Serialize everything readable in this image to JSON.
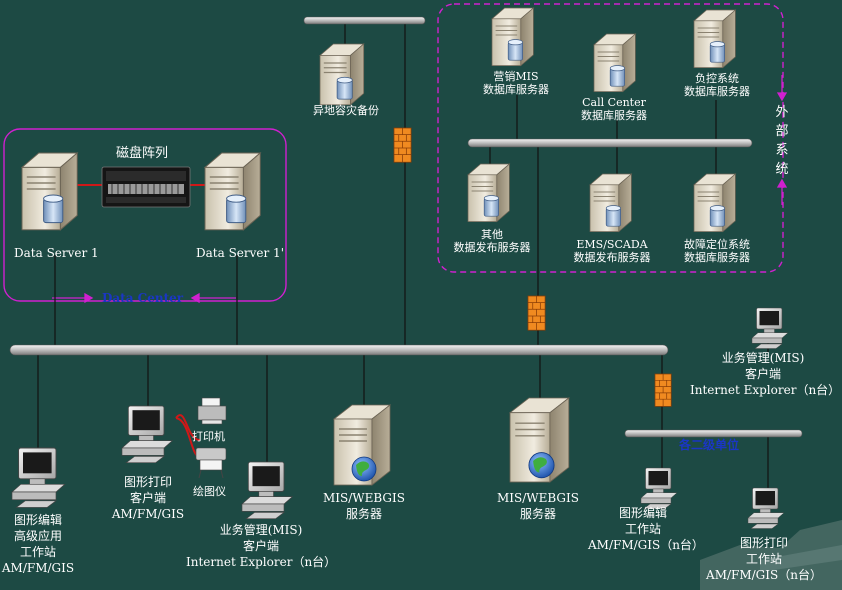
{
  "disk_array": {
    "label": "磁盘阵列"
  },
  "data_center": {
    "label": "Data Center",
    "server1": "Data Server 1",
    "server2": "Data Server 1'"
  },
  "backup": {
    "label": "异地容灾备份"
  },
  "external_system": {
    "label": "外部系统"
  },
  "external_servers": {
    "marketing": [
      "营销MIS",
      "数据库服务器"
    ],
    "call_center": [
      "Call Center",
      "数据库服务器"
    ],
    "load_control": [
      "负控系统",
      "数据库服务器"
    ],
    "other": [
      "其他",
      "数据发布服务器"
    ],
    "ems": [
      "EMS/SCADA",
      "数据发布服务器"
    ],
    "fault": [
      "故障定位系统",
      "数据库服务器"
    ]
  },
  "clients": {
    "advanced_workstation": [
      "图形编辑",
      "高级应用",
      "工作站",
      "AM/FM/GIS"
    ],
    "print_client": [
      "图形打印",
      "客户端",
      "AM/FM/GIS"
    ],
    "printer": "打印机",
    "plotter": "绘图仪",
    "mis_client_center": [
      "业务管理(MIS)",
      "客户端",
      "Internet Explorer（n台）"
    ],
    "mis_webgis_1": [
      "MIS/WEBGIS",
      "服务器"
    ],
    "mis_webgis_2": [
      "MIS/WEBGIS",
      "服务器"
    ],
    "mis_client_right": [
      "业务管理(MIS)",
      "客户端",
      "Internet Explorer（n台）"
    ]
  },
  "subunit": {
    "label": "各二级单位",
    "edit_workstation": [
      "图形编辑",
      "工作站",
      "AM/FM/GIS（n台）"
    ],
    "print_workstation": [
      "图形打印",
      "工作站",
      "AM/FM/GIS（n台）"
    ]
  },
  "colors": {
    "background": "#1d4a44",
    "bus": "#d8d8d8",
    "link": "#111111",
    "frame": "#d020d0",
    "disk_link": "#d01818",
    "firewall": "#f08a20",
    "label_blue": "#1a36c4"
  }
}
